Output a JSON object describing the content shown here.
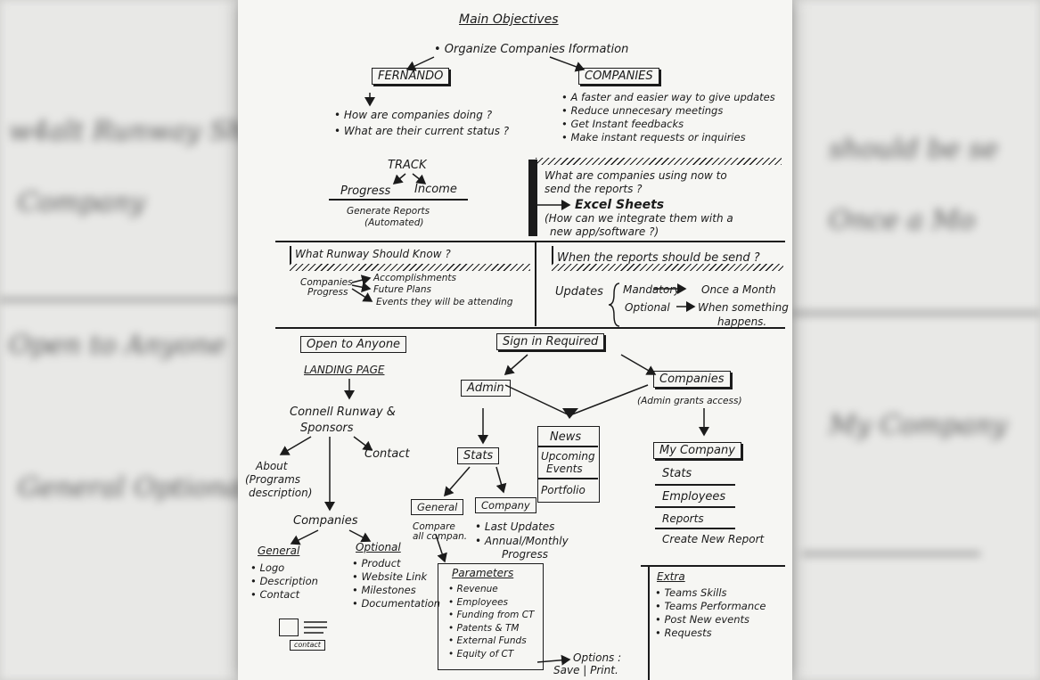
{
  "title": "Main Objectives",
  "root": "• Organize Companies Iformation",
  "fernando": {
    "label": "FERNANDO",
    "questions": [
      "• How are companies doing ?",
      "• What are their current status ?"
    ],
    "track": "TRACK",
    "progress": "Progress",
    "income": "Income",
    "generate": "Generate Reports",
    "automated": "(Automated)"
  },
  "companies": {
    "label": "COMPANIES",
    "items": [
      "• A faster and easier way to give updates",
      "• Reduce unnecesary meetings",
      "• Get Instant feedbacks",
      "• Make instant requests or inquiries"
    ]
  },
  "reports_box": {
    "q1": "What are companies using now to",
    "q2": "send the reports ?",
    "answer": "Excel Sheets",
    "note1": "(How can we integrate them with a",
    "note2": "new app/software ?)"
  },
  "runway": {
    "heading": "What Runway Should Know ?",
    "companies": "Companies",
    "progress": "Progress",
    "items": [
      "Accomplishments",
      "Future Plans",
      "Events they will be attending"
    ]
  },
  "send": {
    "heading": "When the reports should be send ?",
    "updates": "Updates",
    "mandatory": "Mandatory",
    "once": "Once a Month",
    "optional": "Optional",
    "when1": "When something",
    "when2": "happens."
  },
  "open": {
    "label": "Open to Anyone",
    "landing": "LANDING PAGE",
    "connell1": "Connell Runway &",
    "connell2": "Sponsors",
    "about1": "About",
    "about2": "(Programs",
    "about3": "description)",
    "contact": "Contact",
    "companies": "Companies",
    "general": "General",
    "general_items": [
      "• Logo",
      "• Description",
      "• Contact"
    ],
    "optional": "Optional",
    "optional_items": [
      "• Product",
      "• Website Link",
      "• Milestones",
      "• Documentation"
    ],
    "mini_label": "contact"
  },
  "signin": {
    "label": "Sign in Required",
    "admin": "Admin",
    "news": "News",
    "upcoming1": "Upcoming",
    "upcoming2": "Events",
    "portfolio": "Portfolio",
    "stats": "Stats",
    "general": "General",
    "company": "Company",
    "compare1": "Compare",
    "compare2": "all compan.",
    "last": "• Last Updates",
    "annual1": "• Annual/Monthly",
    "annual2": "Progress",
    "parameters": "Parameters",
    "param_items": [
      "• Revenue",
      "• Employees",
      "• Funding from CT",
      "• Patents & TM",
      "• External Funds",
      "• Equity of CT"
    ],
    "options": "Options :",
    "save": "Save | Print."
  },
  "companies2": {
    "label": "Companies",
    "note": "(Admin grants access)",
    "my": "My Company",
    "items": [
      "Stats",
      "Employees",
      "Reports",
      "Create New Report"
    ]
  },
  "extra": {
    "label": "Extra",
    "items": [
      "• Teams Skills",
      "• Teams Performance",
      "• Post New events",
      "• Requests"
    ]
  }
}
